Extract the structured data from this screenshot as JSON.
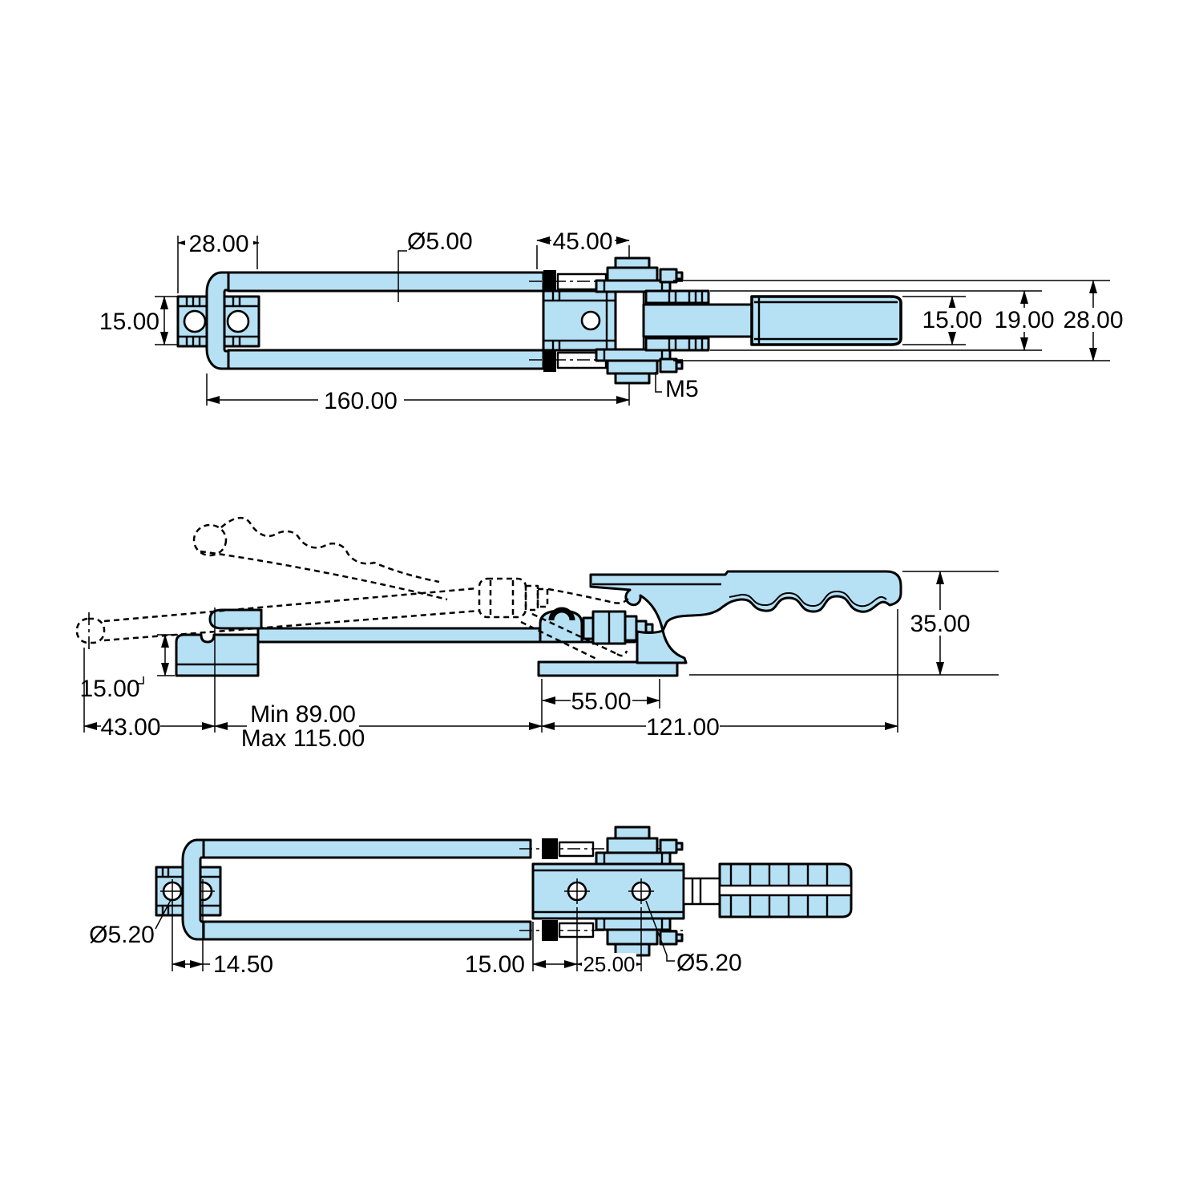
{
  "drawing": {
    "kind": "technical-drawing",
    "subject": "latch type toggle clamp, three orthographic views",
    "colors": {
      "part_fill": "#b6e0f4",
      "outline": "#000000",
      "background": "#ffffff"
    },
    "views": {
      "top": {
        "dims": {
          "d28": "28.00",
          "dia5": "Ø5.00",
          "d45": "45.00",
          "h15_left": "15.00",
          "len160": "160.00",
          "m5": "M5",
          "h15_right": "15.00",
          "h19": "19.00",
          "h28": "28.00"
        }
      },
      "side": {
        "dims": {
          "h15": "15.00",
          "d43": "43.00",
          "min89": "Min 89.00",
          "max115": "Max 115.00",
          "d55": "55.00",
          "d121": "121.00",
          "h35": "35.00"
        }
      },
      "bottom": {
        "dims": {
          "dia52_left": "Ø5.20",
          "d145": "14.50",
          "d15": "15.00",
          "d25": "25.00",
          "dia52_right": "Ø5.20"
        }
      }
    }
  }
}
